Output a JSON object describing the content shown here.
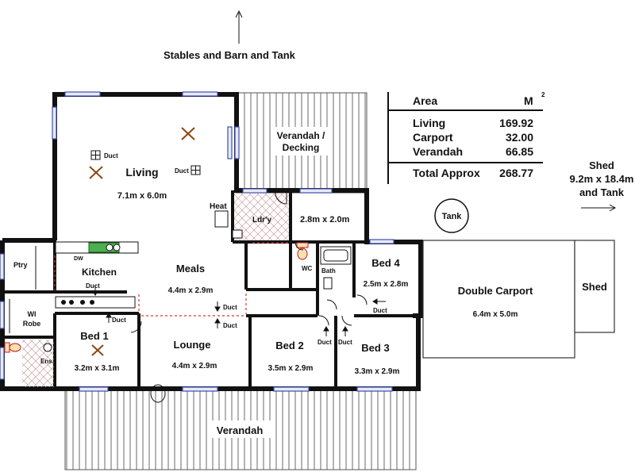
{
  "compass_label": "Stables and Barn and Tank",
  "rooms": {
    "living": {
      "name": "Living",
      "size": "7.1m x 6.0m"
    },
    "verandah_decking": {
      "name": "Verandah /\nDecking",
      "line1": "Verandah /",
      "line2": "Decking"
    },
    "laundry": {
      "name": "Ldr'y"
    },
    "heat": {
      "name": "Heat"
    },
    "store": {
      "size": "2.8m x 2.0m"
    },
    "tank": {
      "name": "Tank"
    },
    "ptry": {
      "name": "Ptry"
    },
    "kitchen": {
      "name": "Kitchen",
      "dw": "DW"
    },
    "meals": {
      "name": "Meals",
      "size": "4.4m x 2.9m"
    },
    "wc": {
      "name": "WC"
    },
    "bath": {
      "name": "Bath"
    },
    "bed4": {
      "name": "Bed 4",
      "size": "2.5m x 2.8m"
    },
    "double_carport": {
      "name": "Double Carport",
      "size": "6.4m x 5.0m"
    },
    "shed_small": {
      "name": "Shed"
    },
    "wi_robe": {
      "line1": "WI",
      "line2": "Robe"
    },
    "bed1": {
      "name": "Bed 1",
      "size": "3.2m x 3.1m"
    },
    "ens": {
      "name": "Ens."
    },
    "lounge": {
      "name": "Lounge",
      "size": "4.4m x 2.9m"
    },
    "bed2": {
      "name": "Bed 2",
      "size": "3.5m x 2.9m"
    },
    "bed3": {
      "name": "Bed 3",
      "size": "3.3m x 2.9m"
    },
    "verandah": {
      "name": "Verandah"
    }
  },
  "duct_label": "Duct",
  "shed_note": {
    "line1": "Shed",
    "line2": "9.2m x 18.4m",
    "line3": "and Tank"
  },
  "area_table": {
    "header_label": "Area",
    "header_unit": "M",
    "header_sup": "2",
    "rows": [
      {
        "label": "Living",
        "value": "169.92"
      },
      {
        "label": "Carport",
        "value": "32.00"
      },
      {
        "label": "Verandah",
        "value": "66.85"
      }
    ],
    "total_label": "Total Approx",
    "total_value": "268.77"
  }
}
